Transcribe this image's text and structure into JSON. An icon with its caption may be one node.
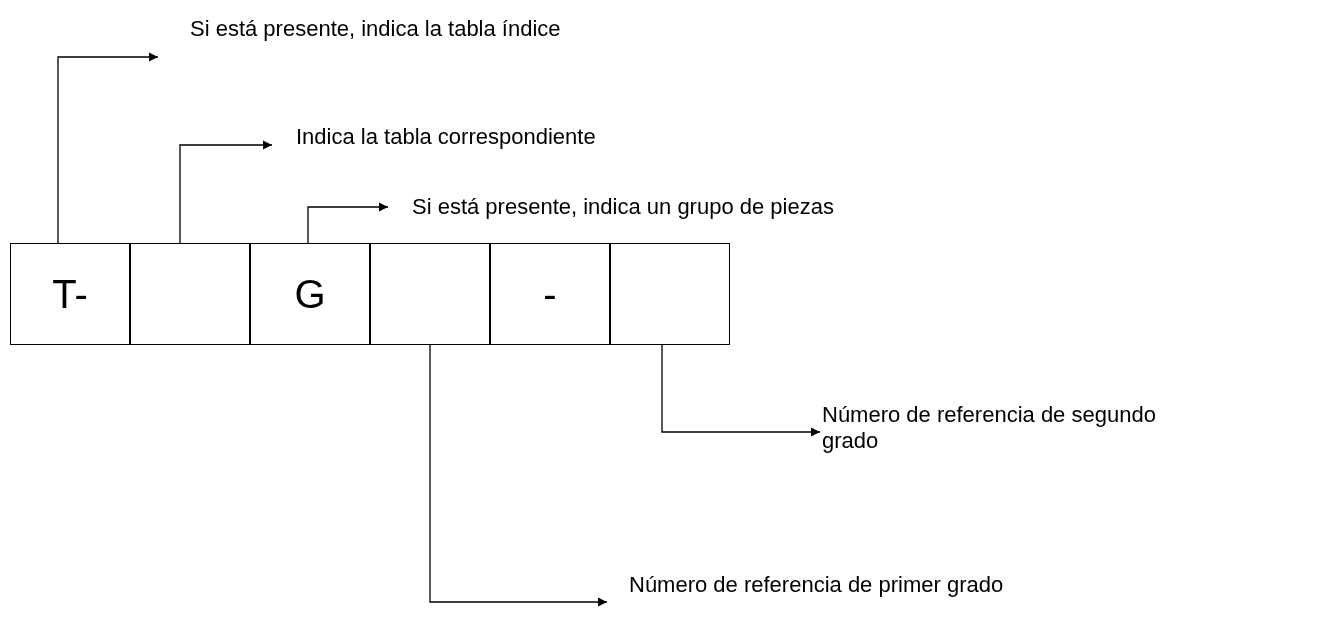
{
  "diagram": {
    "nodes": [
      {
        "text": [
          "T-"
        ]
      },
      {
        "text": [],
        "shape": "box"
      },
      {
        "text": [
          "G"
        ]
      },
      {
        "text": [],
        "shape": "box"
      },
      {
        "text": [
          "-"
        ]
      },
      {
        "text": [],
        "shape": "box"
      },
      {
        "text": [
          "Si está presente, indica la tabla índice"
        ]
      },
      {
        "text": [
          "Indica la tabla correspondiente"
        ]
      },
      {
        "text": [
          "Si está presente, indica un grupo de piezas"
        ]
      },
      {
        "text": [
          "Número de referencia de segundo grado"
        ]
      },
      {
        "text": [
          "Número de referencia de primer grado"
        ]
      }
    ],
    "edges": [
      {
        "from": 0,
        "to": 6,
        "arrow": "to"
      },
      {
        "from": 1,
        "to": 7,
        "arrow": "to"
      },
      {
        "from": 2,
        "to": 8,
        "arrow": "to"
      },
      {
        "from": 5,
        "to": 9,
        "arrow": "to"
      },
      {
        "from": 3,
        "to": 10,
        "arrow": "to"
      }
    ]
  }
}
